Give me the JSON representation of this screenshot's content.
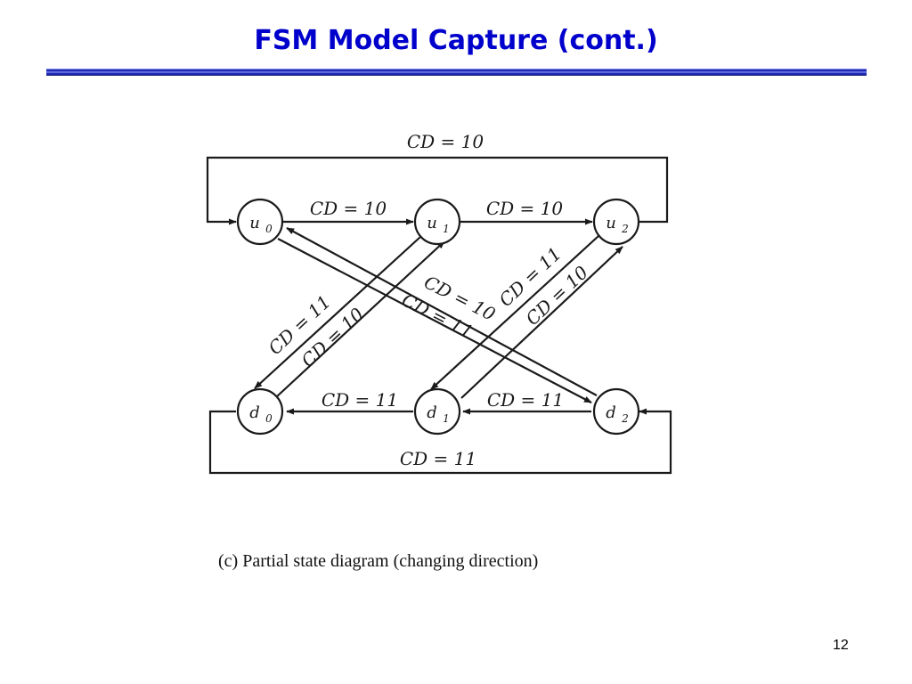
{
  "slide": {
    "title": "FSM Model Capture (cont.)",
    "page_number": "12"
  },
  "diagram": {
    "caption": "(c)  Partial state diagram (changing direction)",
    "states": {
      "u0": {
        "main": "u",
        "sub": "0"
      },
      "u1": {
        "main": "u",
        "sub": "1"
      },
      "u2": {
        "main": "u",
        "sub": "2"
      },
      "d0": {
        "main": "d",
        "sub": "0"
      },
      "d1": {
        "main": "d",
        "sub": "1"
      },
      "d2": {
        "main": "d",
        "sub": "2"
      }
    },
    "transitions": {
      "u2_to_u0_loop": "CD = 10",
      "u0_to_u1": "CD = 10",
      "u1_to_u2": "CD = 10",
      "u1_to_d0": "CD = 11",
      "d0_to_u1": "CD = 10",
      "u0_to_d2": "CD = 11",
      "d2_to_u0": "CD = 10",
      "u2_to_d1": "CD = 11",
      "d1_to_u2": "CD = 10",
      "d1_to_d0": "CD = 11",
      "d2_to_d1": "CD = 11",
      "d0_to_d2_loop": "CD = 11"
    }
  }
}
